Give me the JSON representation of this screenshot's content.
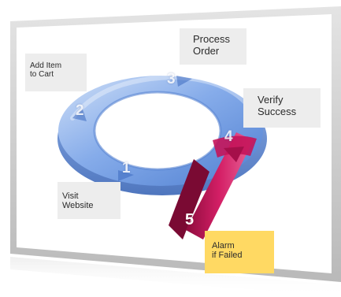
{
  "steps": [
    {
      "number": "1",
      "label": "Visit\nWebsite"
    },
    {
      "number": "2",
      "label": "Add Item\nto Cart"
    },
    {
      "number": "3",
      "label": "Process\nOrder"
    },
    {
      "number": "4",
      "label": "Verify\nSuccess"
    },
    {
      "number": "5",
      "label": "Alarm\nif Failed"
    }
  ],
  "colors": {
    "ring": "#6f9be0",
    "ring_light": "#bcd3f4",
    "failure_bar": "#c8145a",
    "alarm_box": "#ffd963",
    "label_box": "#ededed"
  }
}
